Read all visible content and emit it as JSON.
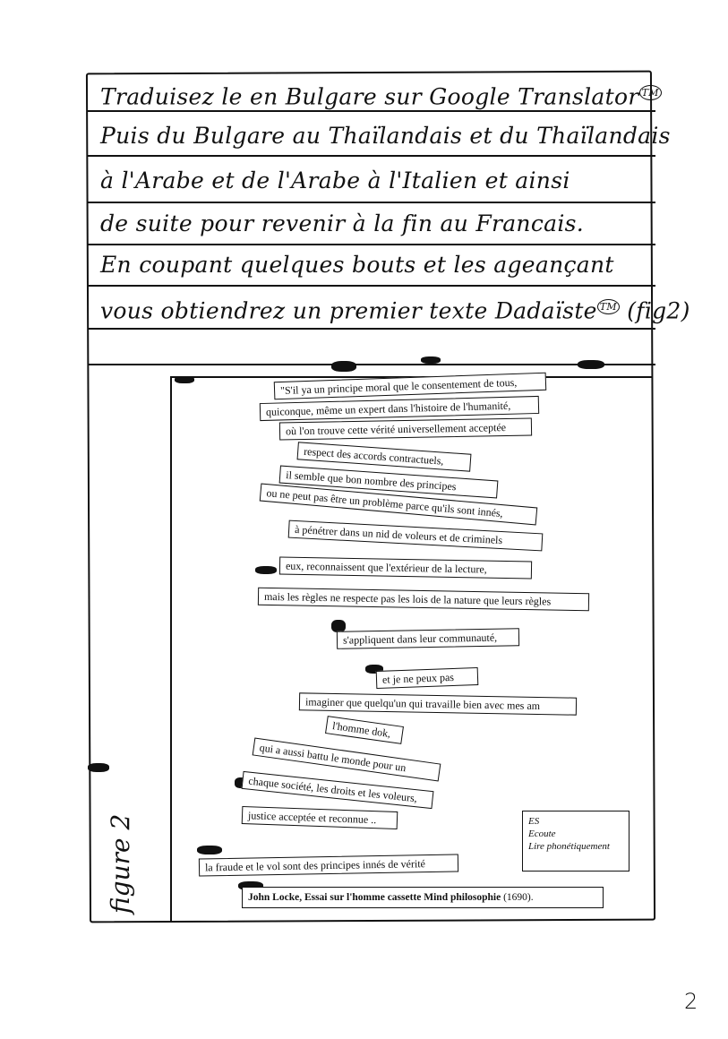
{
  "handwritten_lines": [
    "Traduisez le en Bulgare sur Google Translator",
    "Puis du Bulgare au Thaïlandais et du Thaïlandais",
    "à l'Arabe et de l'Arabe à l'Italien et ainsi",
    "de suite pour revenir à la fin au Francais.",
    "En coupant quelques bouts et les ageançant",
    "vous obtiendrez un premier texte Dadaïste"
  ],
  "trademark_symbol": "TM",
  "fig_ref": "(fig2)",
  "collage_strips": [
    "\"S'il ya un principe moral que le consentement de tous,",
    "quiconque, même un expert dans l'histoire de l'humanité,",
    "où l'on trouve cette vérité universellement acceptée",
    "respect des accords contractuels,",
    "il semble que bon nombre des principes",
    "ou ne peut pas être un problème parce qu'ils sont innés,",
    "à pénétrer dans un nid de voleurs et de criminels",
    "eux, reconnaissent que l'extérieur de la lecture,",
    "mais les règles ne respecte pas les lois de la nature que leurs règles",
    "s'appliquent dans leur communauté,",
    "et je ne peux pas",
    "imaginer que quelqu'un qui travaille bien avec mes am",
    "l'homme dok,",
    "qui a aussi battu le monde pour un",
    "chaque société, les droits et les voleurs,",
    "justice acceptée et reconnue ..",
    "la fraude et le vol sont des principes innés de vérité"
  ],
  "citation": {
    "bold": "John Locke, Essai sur l'homme cassette Mind philosophie",
    "year": "(1690)."
  },
  "es_box": {
    "line1": "ES",
    "line2": "Ecoute",
    "line3": "Lire phonétiquement"
  },
  "figure_label": "figure 2",
  "page_number": "2"
}
